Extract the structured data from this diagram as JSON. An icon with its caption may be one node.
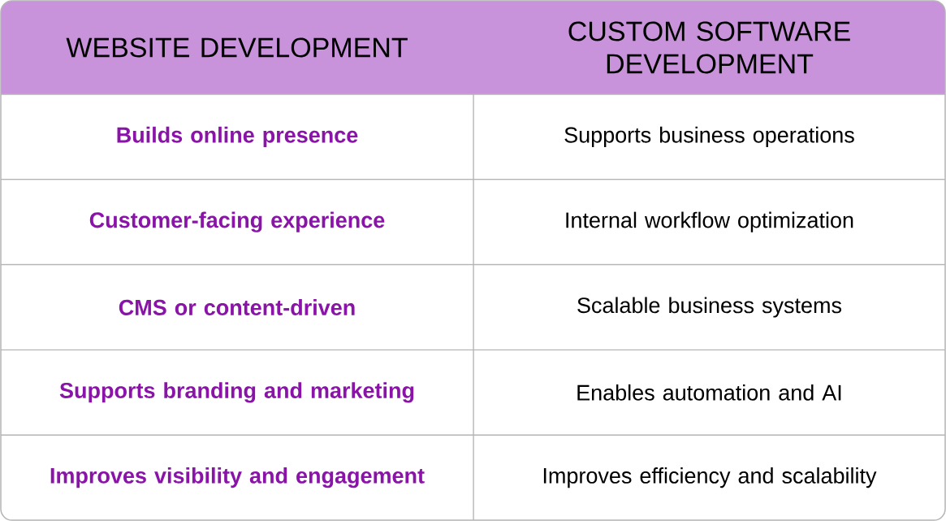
{
  "diagram": {
    "labels": [
      "WEBSITE DEVELOPMENT",
      "CUSTOM SOFTWARE DEVELOPMENT",
      "Builds online presence",
      "Supports business operations",
      "Customer-facing experience",
      "Internal workflow optimization",
      "CMS or content-driven",
      "Scalable business systems",
      "Supports branding and marketing",
      "Enables automation and AI",
      "Improves visibility and engagement",
      "Improves efficiency and scalability"
    ]
  }
}
